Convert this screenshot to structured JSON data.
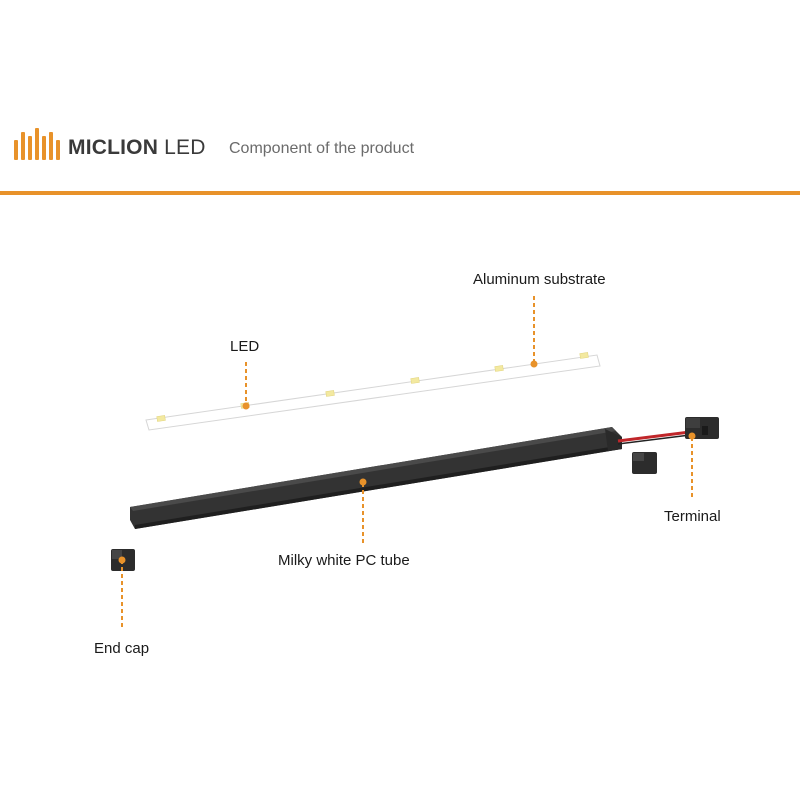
{
  "header": {
    "brand_name": "MICLION",
    "brand_suffix": "LED",
    "subtitle": "Component of the product"
  },
  "colors": {
    "accent": "#e8922a",
    "tube": "#2f2f2f",
    "text": "#1a1a1a"
  },
  "parts": {
    "aluminum_substrate": "Aluminum substrate",
    "led": "LED",
    "terminal": "Terminal",
    "tube": "Milky white PC tube",
    "end_cap": "End cap"
  }
}
